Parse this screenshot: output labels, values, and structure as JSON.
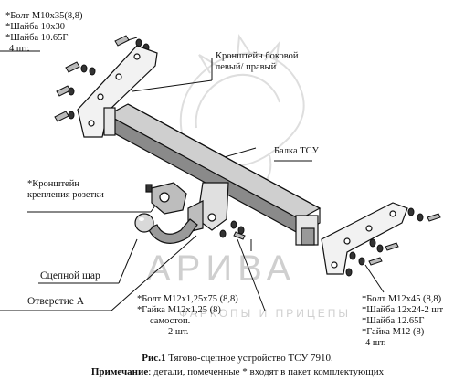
{
  "labels": {
    "top_left": [
      "*Болт M10x35(8,8)",
      "*Шайба 10x30",
      "*Шайба 10.65Г",
      "4 шт."
    ],
    "side_bracket": [
      "Кронштейн боковой",
      "левый/ правый"
    ],
    "beam": "Балка ТСУ",
    "socket_bracket": [
      "*Кронштейн",
      "крепления розетки"
    ],
    "tow_ball": "Сцепной шар",
    "hole_a": "Отверстие А",
    "bottom_middle": [
      "*Болт M12x1,25x75 (8,8)",
      "*Гайка M12x1,25  (8)",
      "самостоп.",
      "2 шт."
    ],
    "bottom_right": [
      "*Болт M12x45 (8,8)",
      "*Шайба 12x24-2 шт",
      "*Шайба 12.65Г",
      "*Гайка M12 (8)",
      "4 шт."
    ]
  },
  "caption": {
    "prefix": "Рис.",
    "number": "1",
    "text": " Тягово-сцепное устройство ТСУ 7910."
  },
  "note": {
    "prefix": "Примечание",
    "text": ": детали, помеченные * входят в пакет комплектующих"
  },
  "watermark": {
    "main": "АРИВА",
    "sub": "ФАРКОПЫ И ПРИЦЕПЫ"
  }
}
